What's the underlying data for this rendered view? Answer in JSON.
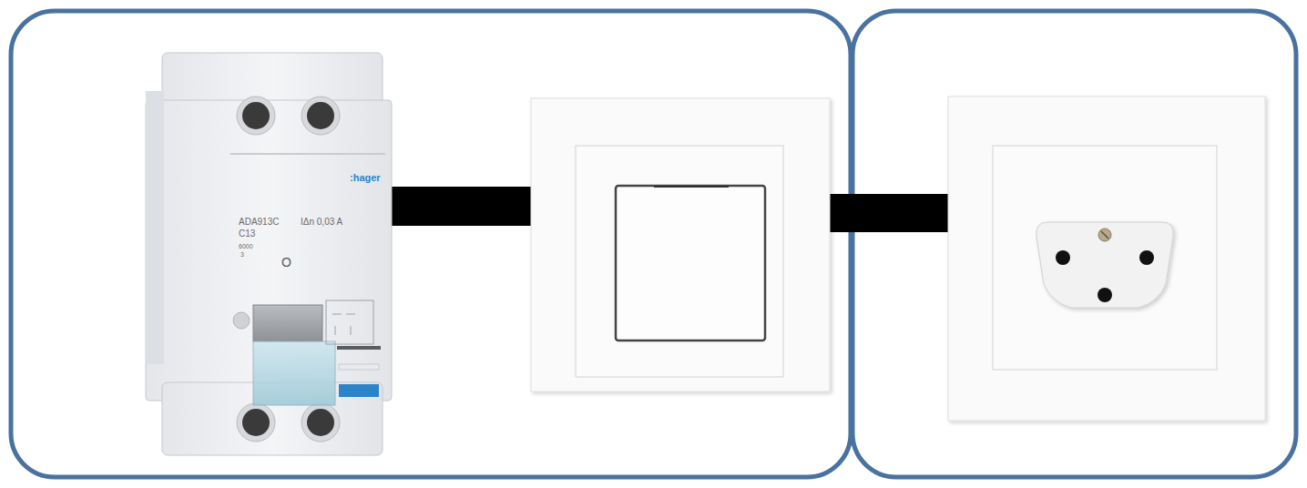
{
  "diagram": {
    "labels": [
      ":hager",
      "ADA913C",
      "C13",
      "IΔn 0,03 A",
      "6000",
      "3",
      "O"
    ]
  }
}
